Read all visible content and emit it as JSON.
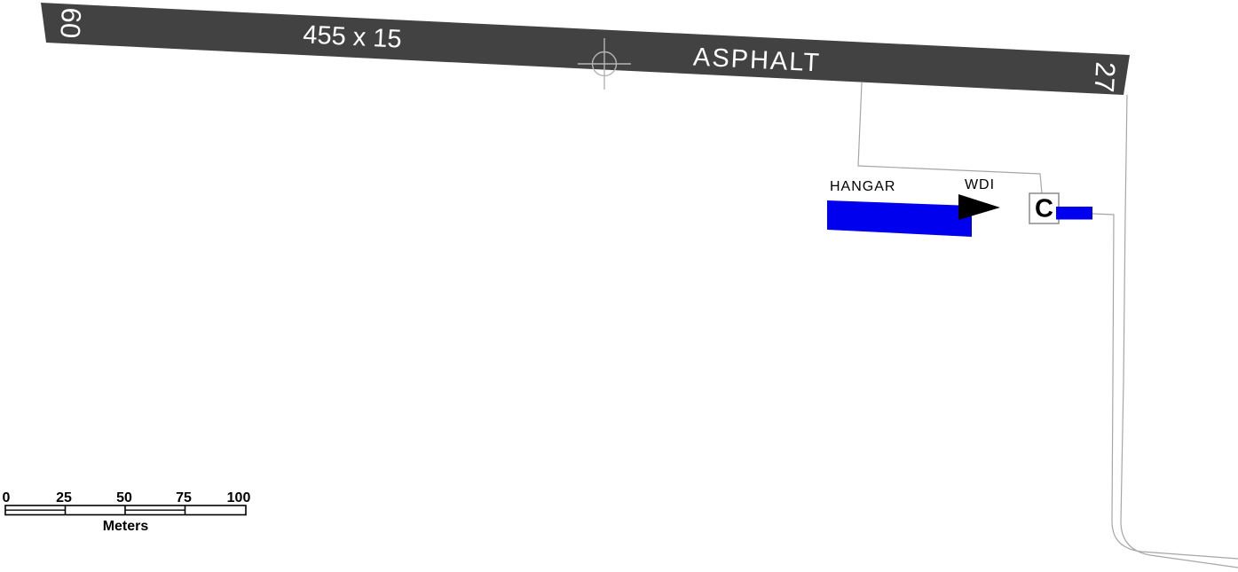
{
  "runway": {
    "designator_left": "09",
    "designator_right": "27",
    "dimensions_label": "455 x 15",
    "surface_label": "ASPHALT",
    "surface_color": "#424242",
    "text_color": "#ffffff"
  },
  "apron": {
    "hangar_label": "HANGAR",
    "building_color": "#0000EE"
  },
  "wdi": {
    "label": "WDI",
    "indicator_color": "#000000"
  },
  "compass_marker": {
    "label": "C"
  },
  "scale_bar": {
    "tick_labels": [
      "0",
      "25",
      "50",
      "75",
      "100"
    ],
    "unit_label": "Meters"
  },
  "line_colors": {
    "outline_gray": "#a6a6a6",
    "crosshair_gray": "#b5b5b5"
  }
}
